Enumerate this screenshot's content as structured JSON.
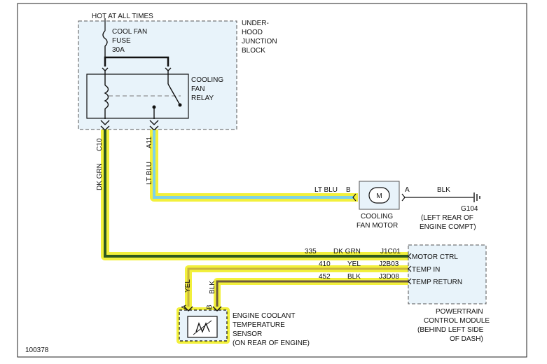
{
  "figure_id": "100378",
  "power": {
    "label": "HOT AT ALL TIMES"
  },
  "junction_block": {
    "label_lines": [
      "UNDER-",
      "HOOD",
      "JUNCTION",
      "BLOCK"
    ]
  },
  "fuse": {
    "label_lines": [
      "COOL FAN",
      "FUSE",
      "30A"
    ]
  },
  "relay": {
    "label_lines": [
      "COOLING",
      "FAN",
      "RELAY"
    ]
  },
  "relay_terminals": {
    "left": "C10",
    "right": "A11"
  },
  "wires": {
    "dk_grn_vertical": "DK GRN",
    "lt_blu_vertical": "LT BLU",
    "lt_blu_horizontal": "LT BLU",
    "blk_ground": "BLK",
    "yel_vertical": "YEL",
    "blk_vertical": "BLK"
  },
  "motor": {
    "symbol": "M",
    "pin_b": "B",
    "pin_a": "A",
    "label_lines": [
      "COOLING",
      "FAN MOTOR"
    ]
  },
  "ground": {
    "label_lines": [
      "G104",
      "(LEFT REAR OF",
      "ENGINE COMPT)"
    ]
  },
  "pcm_circuits": [
    {
      "circuit": "335",
      "color": "DK GRN",
      "pin": "J1C01",
      "function": "MOTOR CTRL"
    },
    {
      "circuit": "410",
      "color": "YEL",
      "pin": "J2B03",
      "function": "TEMP IN"
    },
    {
      "circuit": "452",
      "color": "BLK",
      "pin": "J3D08",
      "function": "TEMP RETURN"
    }
  ],
  "pcm": {
    "label_lines": [
      "POWERTRAIN",
      "CONTROL MODULE",
      "(BEHIND LEFT SIDE",
      "OF DASH)"
    ]
  },
  "sensor": {
    "pin_a": "A",
    "pin_b": "B",
    "label_lines": [
      "ENGINE COOLANT",
      "TEMPERATURE",
      "SENSOR",
      "(ON REAR OF ENGINE)"
    ]
  },
  "colors": {
    "highlight": "#f2f03c",
    "dk_grn": "#2f5a1e",
    "lt_blu": "#7fd2e8",
    "yel_wire": "#c8b43c",
    "blk_wire": "#6e5a3c",
    "module_fill": "#e8f3fa"
  }
}
